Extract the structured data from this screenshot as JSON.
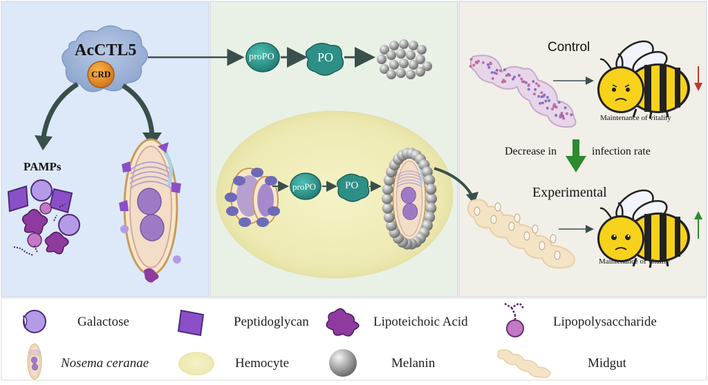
{
  "receptor": {
    "name": "AcCTL5",
    "domain": "CRD"
  },
  "pamps_label": "PAMPs",
  "cascade_top": {
    "step1": "proPO",
    "step2": "PO"
  },
  "cascade_mid": {
    "step1": "proPO",
    "step2": "PO"
  },
  "right_panel": {
    "control_label": "Control",
    "experimental_label": "Experimental",
    "control_caption": "Maintenance of vitality",
    "experimental_caption": "Maintenance of vitality",
    "decrease_left": "Decrease in",
    "decrease_right": "infection rate"
  },
  "legend": {
    "galactose": "Galactose",
    "peptidoglycan": "Peptidoglycan",
    "lipoteichoic": "Lipoteichoic Acid",
    "lipopolysaccharide": "Lipopolysaccharide",
    "nosema": "Nosema ceranae",
    "hemocyte": "Hemocyte",
    "melanin": "Melanin",
    "midgut": "Midgut"
  },
  "colors": {
    "panel_left": "#dde9f8",
    "panel_mid": "#e9f1e7",
    "panel_right": "#f1efe8",
    "teal": "#2e8f86",
    "purple": "#8a4fc8",
    "arrow_dark": "#3a4f4a",
    "green_arrow": "#2e8a2e",
    "red_arrow": "#c0392b"
  }
}
